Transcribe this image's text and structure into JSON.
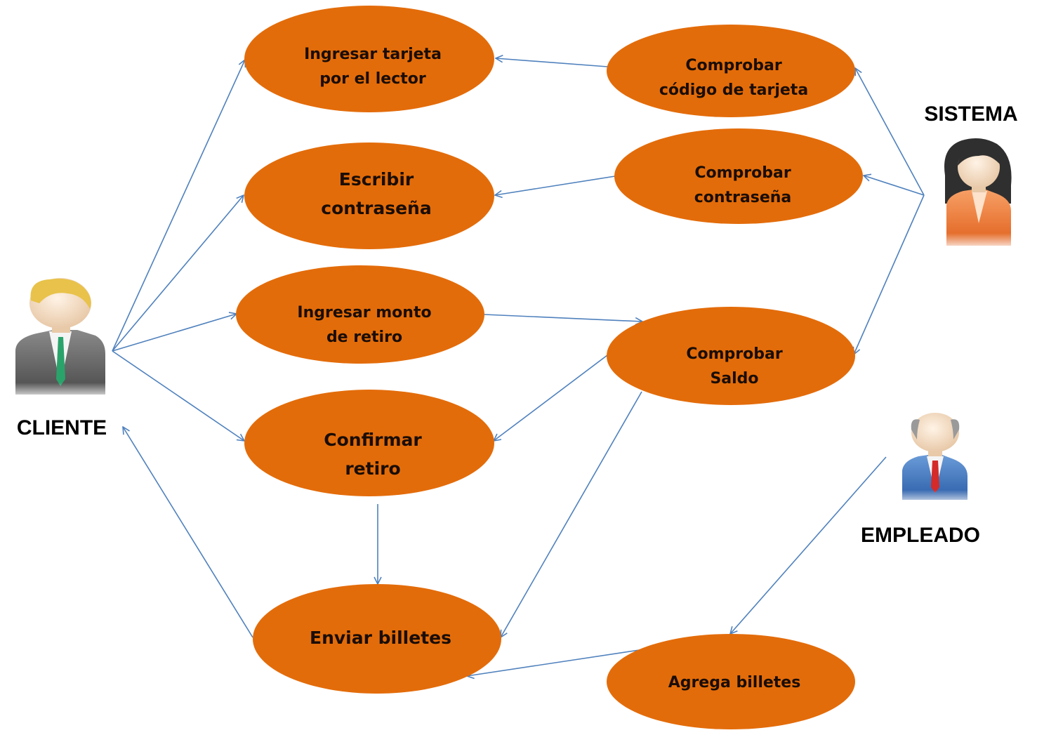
{
  "colors": {
    "usecase_fill": "#e36c0a",
    "arrow": "#4f81bd",
    "text": "#1a0d05"
  },
  "actors": {
    "cliente": {
      "label": "CLIENTE",
      "icon": "male-user-green-tie-icon"
    },
    "sistema": {
      "label": "SISTEMA",
      "icon": "female-user-orange-icon"
    },
    "empleado": {
      "label": "EMPLEADO",
      "icon": "male-user-red-tie-icon"
    }
  },
  "usecases": {
    "ingresar_tarjeta": {
      "line1": "Ingresar tarjeta",
      "line2": "por el lector"
    },
    "escribir_contrasena": {
      "line1": "Escribir",
      "line2": "contraseña"
    },
    "ingresar_monto": {
      "line1": "Ingresar monto",
      "line2": "de retiro"
    },
    "confirmar_retiro": {
      "line1": "Confirmar",
      "line2": "retiro"
    },
    "enviar_billetes": {
      "line1": "Enviar billetes"
    },
    "comprobar_codigo": {
      "line1": "Comprobar",
      "line2": "código de tarjeta"
    },
    "comprobar_contrasena": {
      "line1": "Comprobar",
      "line2": "contraseña"
    },
    "comprobar_saldo": {
      "line1": "Comprobar",
      "line2": "Saldo"
    },
    "agrega_billetes": {
      "line1": "Agrega billetes"
    }
  }
}
